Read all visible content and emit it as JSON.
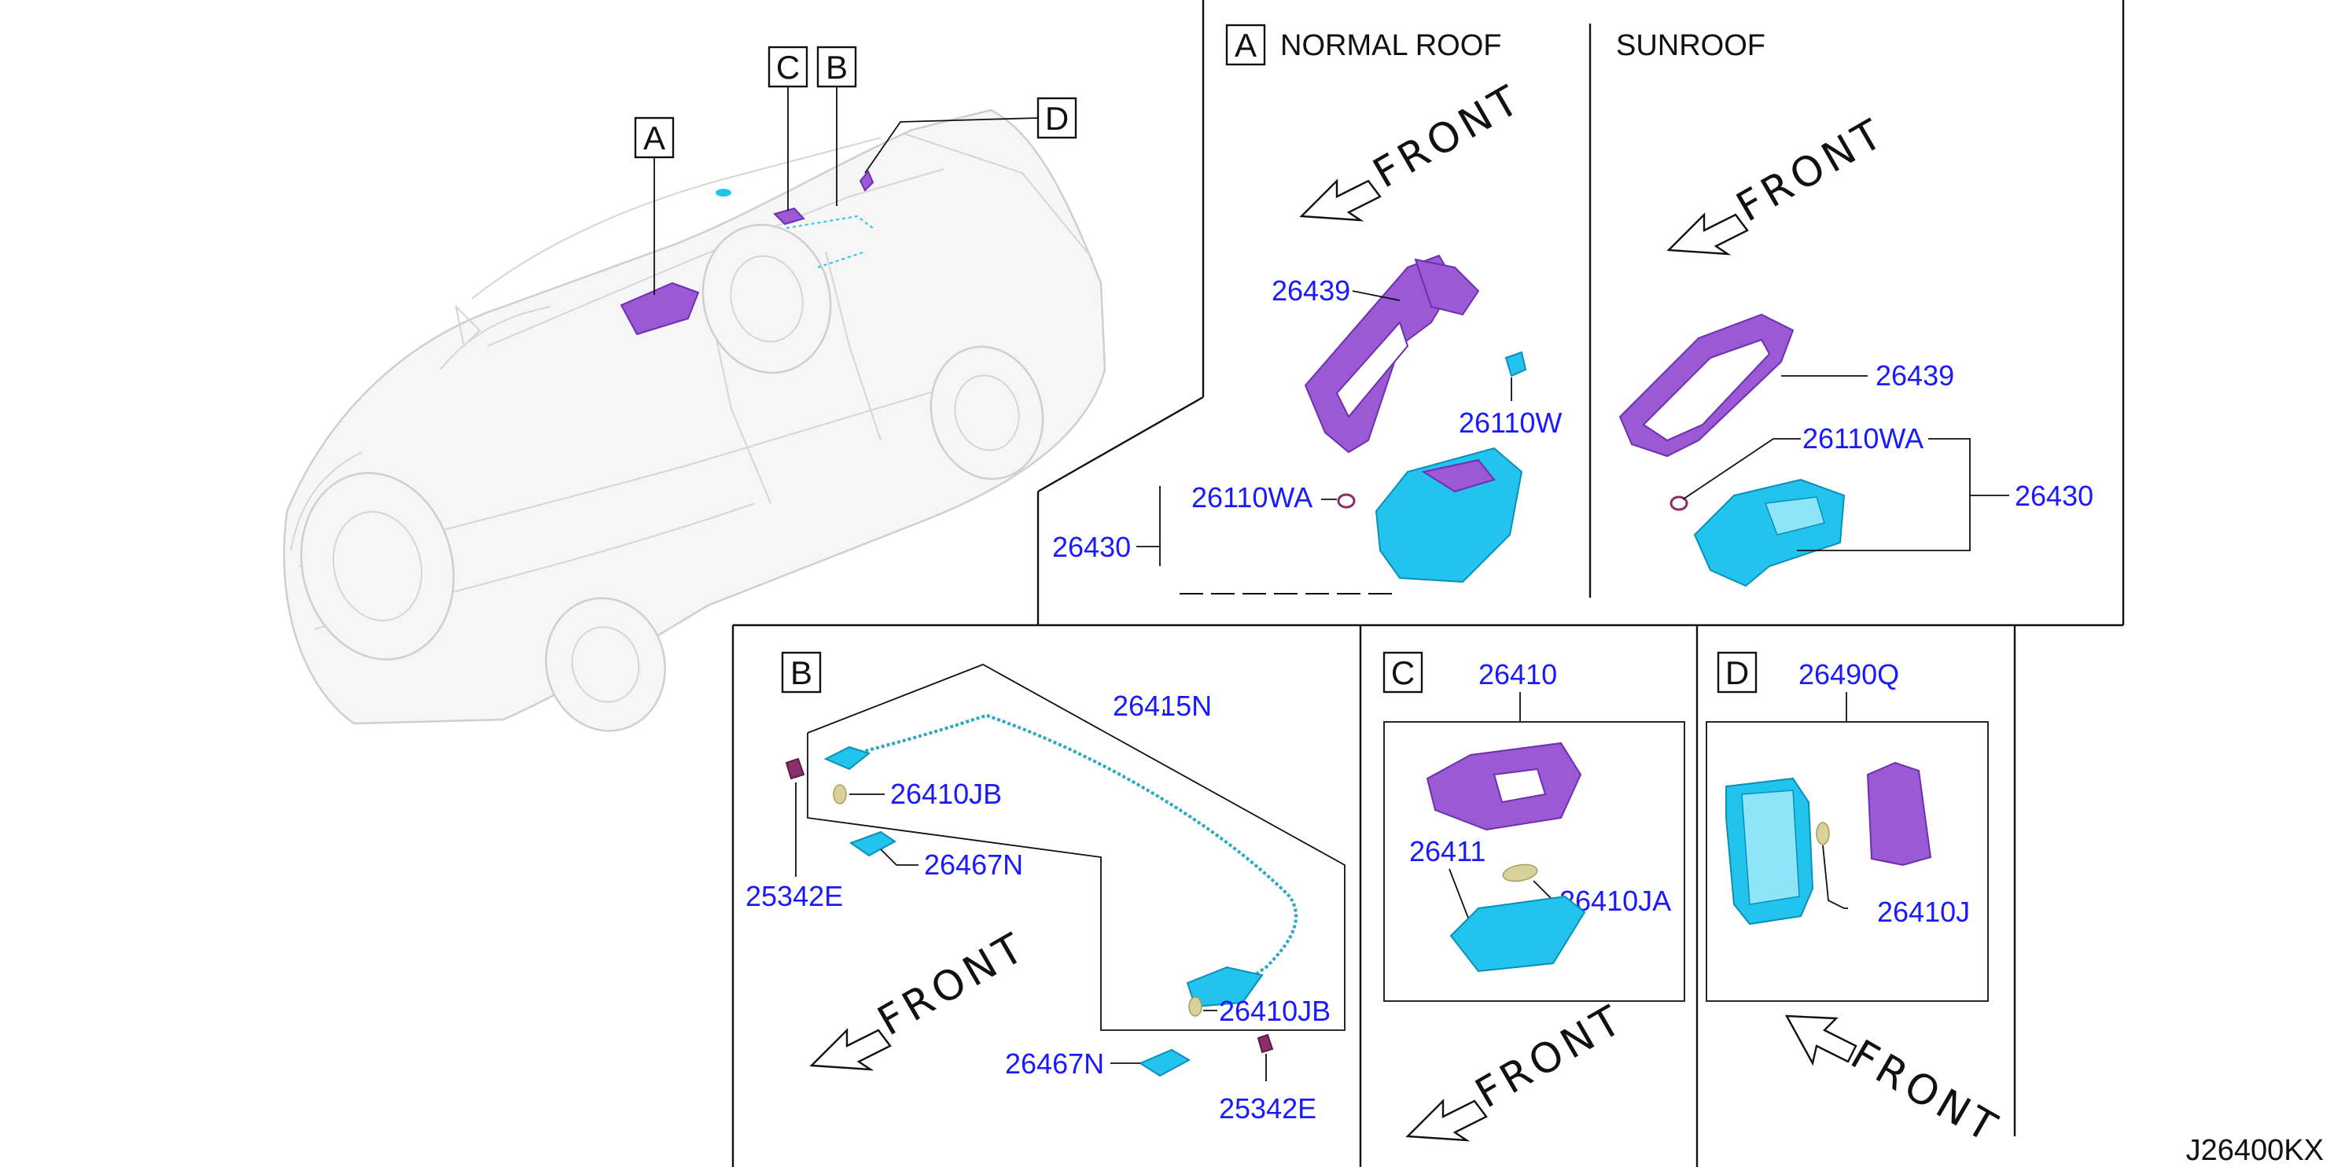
{
  "diagram_code": "J26400KX",
  "callouts": {
    "a": "A",
    "b": "B",
    "c": "C",
    "d": "D"
  },
  "panel_a": {
    "letter": "A",
    "normal_roof_title": "NORMAL ROOF",
    "sunroof_title": "SUNROOF",
    "front": "FRONT",
    "normal_parts": {
      "frame": "26439",
      "bulb_socket": "26110W",
      "bulb": "26110WA",
      "lamp": "26430"
    },
    "sunroof_parts": {
      "frame": "26439",
      "bulb": "26110WA",
      "lamp": "26430"
    }
  },
  "panel_b": {
    "letter": "B",
    "front": "FRONT",
    "parts": {
      "harness": "26415N",
      "bulb_left": "26410JB",
      "lamp_left": "26467N",
      "switch_left": "25342E",
      "bulb_right": "26410JB",
      "lamp_right": "26467N",
      "switch_right": "25342E"
    }
  },
  "panel_c": {
    "letter": "C",
    "front": "FRONT",
    "parts": {
      "assembly": "26410",
      "lens": "26411",
      "bulb": "26410JA"
    }
  },
  "panel_d": {
    "letter": "D",
    "front": "FRONT",
    "parts": {
      "assembly": "26490Q",
      "bulb": "26410J"
    }
  },
  "colors": {
    "label_blue": "#1a1aff",
    "part_purple": "#9b59d6",
    "part_cyan": "#22c4ee",
    "bulb_beige": "#d8d29a"
  }
}
